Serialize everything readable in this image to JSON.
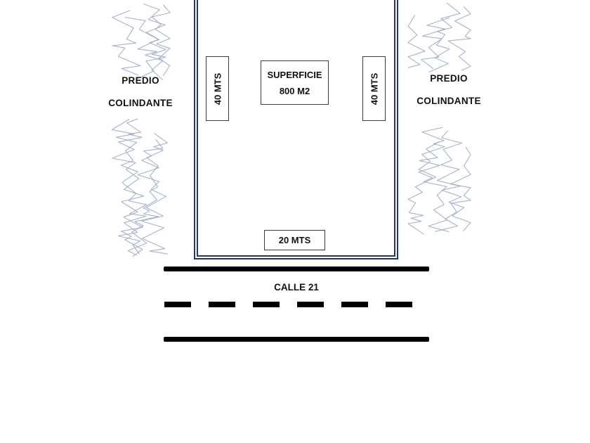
{
  "parcel": {
    "left_dimension": "40 MTS",
    "right_dimension": "40 MTS",
    "bottom_dimension": "20 MTS",
    "surface_label": "SUPERFICIE",
    "surface_value": "800 M2"
  },
  "neighbors": {
    "left": {
      "line1": "PREDIO",
      "line2": "COLINDANTE"
    },
    "right": {
      "line1": "PREDIO",
      "line2": "COLINDANTE"
    }
  },
  "street": {
    "name": "CALLE 21"
  },
  "colors": {
    "parcel_border": "#203864",
    "dimension_box_border": "#3a3a3a",
    "road": "#000000",
    "scribble": "#98a6bf",
    "text": "#111111"
  }
}
